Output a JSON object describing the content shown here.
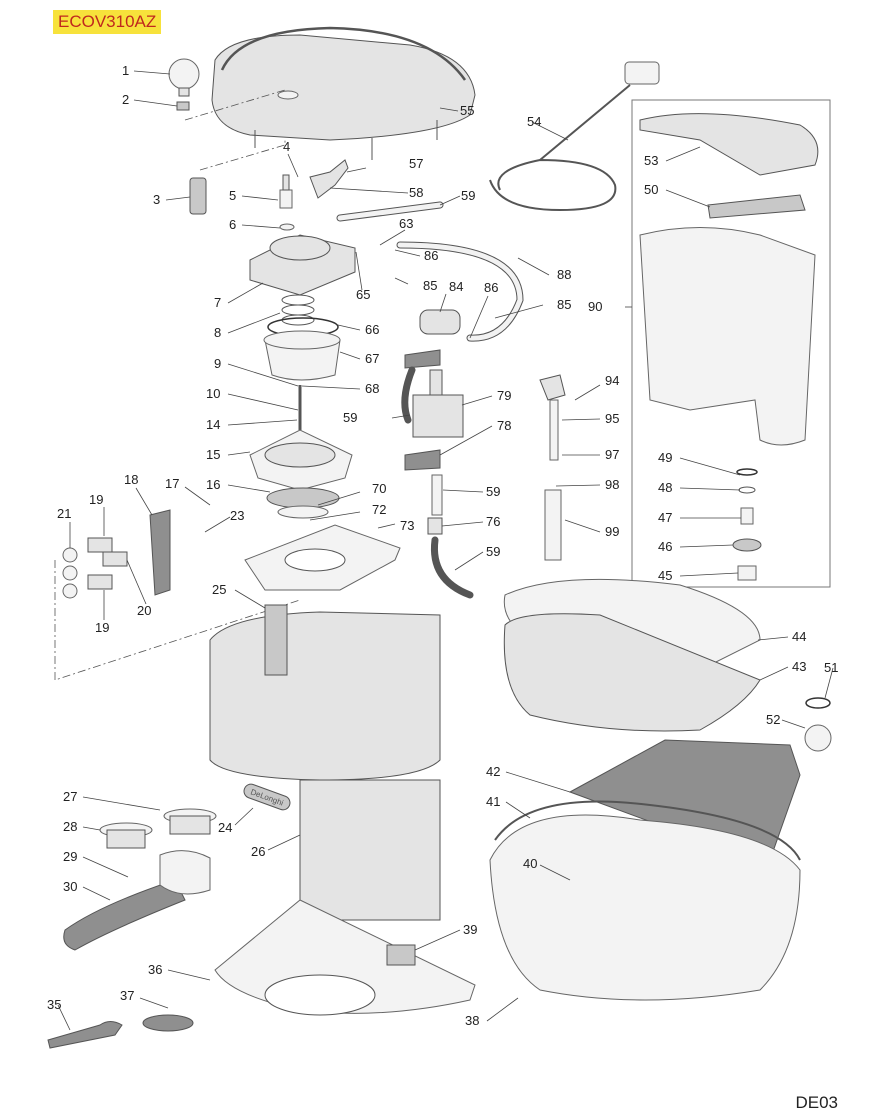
{
  "header": {
    "model_code": "ECOV310AZ"
  },
  "footer": {
    "sheet_code": "DE03"
  },
  "colors": {
    "badge_bg": "#f7e23b",
    "badge_text": "#c0281d"
  },
  "diagram": {
    "title": "Exploded parts diagram",
    "part_numbers": [
      "1",
      "2",
      "3",
      "4",
      "5",
      "6",
      "7",
      "8",
      "9",
      "10",
      "14",
      "15",
      "16",
      "17",
      "18",
      "19",
      "20",
      "21",
      "23",
      "24",
      "25",
      "26",
      "27",
      "28",
      "29",
      "30",
      "35",
      "36",
      "37",
      "38",
      "39",
      "40",
      "41",
      "42",
      "43",
      "44",
      "45",
      "46",
      "47",
      "48",
      "49",
      "50",
      "51",
      "52",
      "53",
      "54",
      "55",
      "57",
      "58",
      "59",
      "63",
      "65",
      "66",
      "67",
      "68",
      "70",
      "72",
      "73",
      "76",
      "78",
      "79",
      "84",
      "85",
      "86",
      "88",
      "90",
      "94",
      "95",
      "97",
      "98",
      "99"
    ],
    "callouts": [
      {
        "id": "c1",
        "label": "1"
      },
      {
        "id": "c2",
        "label": "2"
      },
      {
        "id": "c3",
        "label": "3"
      },
      {
        "id": "c4",
        "label": "4"
      },
      {
        "id": "c5",
        "label": "5"
      },
      {
        "id": "c6",
        "label": "6"
      },
      {
        "id": "c7",
        "label": "7"
      },
      {
        "id": "c8",
        "label": "8"
      },
      {
        "id": "c9",
        "label": "9"
      },
      {
        "id": "c10",
        "label": "10"
      },
      {
        "id": "c14",
        "label": "14"
      },
      {
        "id": "c15",
        "label": "15"
      },
      {
        "id": "c16",
        "label": "16"
      },
      {
        "id": "c17",
        "label": "17"
      },
      {
        "id": "c18",
        "label": "18"
      },
      {
        "id": "c19a",
        "label": "19"
      },
      {
        "id": "c19b",
        "label": "19"
      },
      {
        "id": "c20",
        "label": "20"
      },
      {
        "id": "c21",
        "label": "21"
      },
      {
        "id": "c23",
        "label": "23"
      },
      {
        "id": "c24",
        "label": "24"
      },
      {
        "id": "c25",
        "label": "25"
      },
      {
        "id": "c26",
        "label": "26"
      },
      {
        "id": "c27",
        "label": "27"
      },
      {
        "id": "c28",
        "label": "28"
      },
      {
        "id": "c29",
        "label": "29"
      },
      {
        "id": "c30",
        "label": "30"
      },
      {
        "id": "c35",
        "label": "35"
      },
      {
        "id": "c36",
        "label": "36"
      },
      {
        "id": "c37",
        "label": "37"
      },
      {
        "id": "c38",
        "label": "38"
      },
      {
        "id": "c39",
        "label": "39"
      },
      {
        "id": "c40",
        "label": "40"
      },
      {
        "id": "c41",
        "label": "41"
      },
      {
        "id": "c42",
        "label": "42"
      },
      {
        "id": "c43",
        "label": "43"
      },
      {
        "id": "c44",
        "label": "44"
      },
      {
        "id": "c45",
        "label": "45"
      },
      {
        "id": "c46",
        "label": "46"
      },
      {
        "id": "c47",
        "label": "47"
      },
      {
        "id": "c48",
        "label": "48"
      },
      {
        "id": "c49",
        "label": "49"
      },
      {
        "id": "c50",
        "label": "50"
      },
      {
        "id": "c51",
        "label": "51"
      },
      {
        "id": "c52",
        "label": "52"
      },
      {
        "id": "c53",
        "label": "53"
      },
      {
        "id": "c54",
        "label": "54"
      },
      {
        "id": "c55",
        "label": "55"
      },
      {
        "id": "c57",
        "label": "57"
      },
      {
        "id": "c58",
        "label": "58"
      },
      {
        "id": "c59a",
        "label": "59"
      },
      {
        "id": "c59b",
        "label": "59"
      },
      {
        "id": "c59c",
        "label": "59"
      },
      {
        "id": "c59d",
        "label": "59"
      },
      {
        "id": "c63",
        "label": "63"
      },
      {
        "id": "c65",
        "label": "65"
      },
      {
        "id": "c66",
        "label": "66"
      },
      {
        "id": "c67",
        "label": "67"
      },
      {
        "id": "c68",
        "label": "68"
      },
      {
        "id": "c70",
        "label": "70"
      },
      {
        "id": "c72",
        "label": "72"
      },
      {
        "id": "c73",
        "label": "73"
      },
      {
        "id": "c76",
        "label": "76"
      },
      {
        "id": "c78",
        "label": "78"
      },
      {
        "id": "c79",
        "label": "79"
      },
      {
        "id": "c84",
        "label": "84"
      },
      {
        "id": "c85a",
        "label": "85"
      },
      {
        "id": "c85b",
        "label": "85"
      },
      {
        "id": "c86a",
        "label": "86"
      },
      {
        "id": "c86b",
        "label": "86"
      },
      {
        "id": "c88",
        "label": "88"
      },
      {
        "id": "c90",
        "label": "90"
      },
      {
        "id": "c94",
        "label": "94"
      },
      {
        "id": "c95",
        "label": "95"
      },
      {
        "id": "c97",
        "label": "97"
      },
      {
        "id": "c98",
        "label": "98"
      },
      {
        "id": "c99",
        "label": "99"
      }
    ],
    "logo_text": "DeLonghi"
  }
}
